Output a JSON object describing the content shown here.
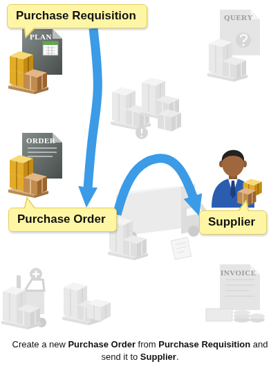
{
  "diagram": {
    "caption": "Create a new Purchase Order from Purchase Requisition and send it to Supplier.",
    "nodes": [
      {
        "text": [
          "Purchase Requisition"
        ]
      },
      {
        "text": [
          "Purchase Order"
        ]
      },
      {
        "text": [
          "Supplier"
        ]
      }
    ],
    "edges": [
      {
        "from": 0,
        "to": 1,
        "arrow": "to"
      },
      {
        "from": 1,
        "to": 2,
        "arrow": "to"
      }
    ],
    "labels": [
      "PLAN",
      "QUERY",
      "ORDER",
      "INVOICE"
    ]
  }
}
